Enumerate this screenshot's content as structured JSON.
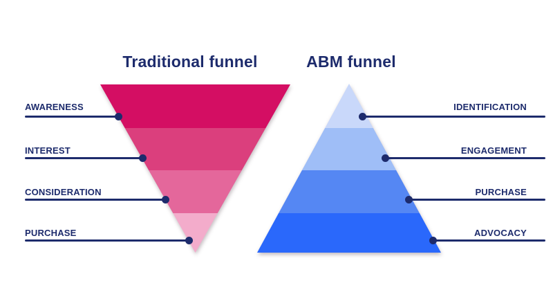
{
  "page": {
    "background": "#ffffff",
    "accent_navy": "#1d2b6c"
  },
  "traditional": {
    "title": "Traditional funnel",
    "shape": "inverted-triangle",
    "band_colors": [
      "#d40e63",
      "#db3f7d",
      "#e4679b",
      "#f3accb"
    ],
    "labels": [
      "AWARENESS",
      "INTEREST",
      "CONSIDERATION",
      "PURCHASE"
    ]
  },
  "abm": {
    "title": "ABM funnel",
    "shape": "triangle",
    "band_colors": [
      "#c9d8fa",
      "#9fbef7",
      "#5587f3",
      "#2a68fb"
    ],
    "labels": [
      "IDENTIFICATION",
      "ENGAGEMENT",
      "PURCHASE",
      "ADVOCACY"
    ]
  }
}
